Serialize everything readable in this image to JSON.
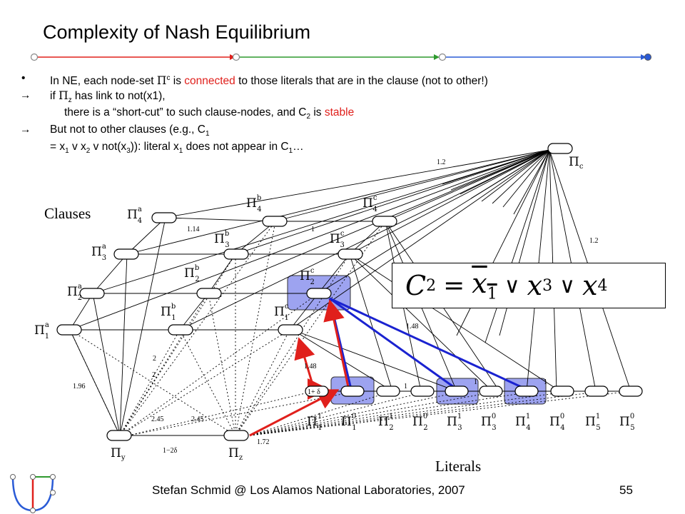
{
  "slide": {
    "title": "Complexity of Nash Equilibrium",
    "bullets": {
      "b1_marker": "•",
      "b1_a": "In NE, each node-set ",
      "b1_pi": "Π",
      "b1_sup": "c",
      "b1_b": " is ",
      "b1_red": "connected",
      "b1_c": " to those literals that are in the clause (not to other!)",
      "b2_marker": "→",
      "b2_a": "if ",
      "b2_pi": "Π",
      "b2_sub": "z",
      "b2_b": " has link to not(x1),",
      "b3_a": "there is a “short-cut” to such clause-nodes, and C",
      "b3_sub": "2",
      "b3_b": " is ",
      "b3_red": "stable",
      "b4_marker": "→",
      "b4_a": "But not to other clauses (e.g., C",
      "b4_sub": "1",
      "b5_a": "= x",
      "b5_s1": "1",
      "b5_b": " v x",
      "b5_s2": "2",
      "b5_c": " v not(x",
      "b5_s3": "3",
      "b5_d": ")): literal x",
      "b5_s4": "1",
      "b5_e": " does not appear in C",
      "b5_s5": "1",
      "b5_f": "…"
    },
    "formula": {
      "lhs": "C",
      "lhs_sub": "2",
      "eq": "=",
      "t1": "x",
      "t1_sub": "1",
      "or": "∨",
      "t2": "x",
      "t2_sub": "3",
      "t3": "x",
      "t3_sub": "4"
    },
    "footer": {
      "text": "Stefan Schmid @ Los Alamos National Laboratories, 2007",
      "page": "55"
    },
    "colors": {
      "red": "#e0201c",
      "green": "#2e9a2e",
      "blue": "#2a5bd6",
      "highlight": "#9da3f0",
      "arrow_red": "#e0201c",
      "arrow_blue": "#1a22d0"
    }
  },
  "diagram": {
    "section_labels": {
      "clauses": "Clauses",
      "literals": "Literals"
    },
    "clause_nodes": {
      "a4": "Π",
      "a4_sup": "a",
      "a4_sub": "4",
      "b4": "Π",
      "b4_sup": "b",
      "b4_sub": "4",
      "c4": "Π",
      "c4_sup": "c",
      "c4_sub": "4",
      "a3": "Π",
      "a3_sup": "a",
      "a3_sub": "3",
      "b3": "Π",
      "b3_sup": "b",
      "b3_sub": "3",
      "c3": "Π",
      "c3_sup": "c",
      "c3_sub": "3",
      "a2": "Π",
      "a2_sup": "a",
      "a2_sub": "2",
      "b2": "Π",
      "b2_sup": "b",
      "b2_sub": "2",
      "c2": "Π",
      "c2_sup": "c",
      "c2_sub": "2",
      "a1": "Π",
      "a1_sup": "a",
      "a1_sub": "1",
      "b1": "Π",
      "b1_sup": "b",
      "b1_sub": "1",
      "c1": "Π",
      "c1_sup": "c",
      "c1_sub": "1"
    },
    "special_nodes": {
      "pc": "Π",
      "pc_sub": "c",
      "py": "Π",
      "py_sub": "y",
      "pz": "Π",
      "pz_sub": "z"
    },
    "literal_labels": [
      {
        "sup": "1",
        "sub": "1"
      },
      {
        "sup": "0",
        "sub": "1"
      },
      {
        "sup": "1",
        "sub": "2"
      },
      {
        "sup": "0",
        "sub": "2"
      },
      {
        "sup": "1",
        "sub": "3"
      },
      {
        "sup": "0",
        "sub": "3"
      },
      {
        "sup": "1",
        "sub": "4"
      },
      {
        "sup": "0",
        "sub": "4"
      },
      {
        "sup": "1",
        "sub": "5"
      },
      {
        "sup": "0",
        "sub": "5"
      }
    ],
    "edge_labels": {
      "e1": "1.2",
      "e2": "1.14",
      "e3": "1",
      "e4": "1.2",
      "e5": "1.48",
      "e6": "1.48",
      "e7": "1+ δ",
      "e8": "1",
      "e9": "1",
      "e10": "1",
      "e11": "1.96",
      "e12": "2",
      "e13": "2",
      "e14": "2.45",
      "e15": "2.45",
      "e16": "1−2δ",
      "e17": "1.72"
    }
  }
}
